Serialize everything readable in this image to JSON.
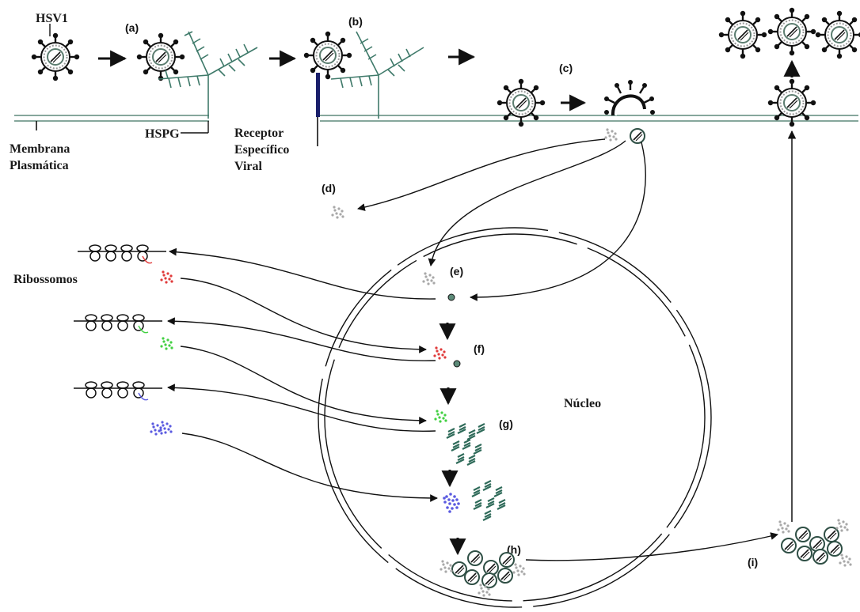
{
  "labels": {
    "hsv1": "HSV1",
    "hspg": "HSPG",
    "membrane_line1": "Membrana",
    "membrane_line2": "Plasmática",
    "receptor_line1": "Receptor",
    "receptor_line2": "Específico",
    "receptor_line3": "Viral",
    "ribosomes": "Ribossomos",
    "nucleus": "Núcleo"
  },
  "steps": {
    "a": "(a)",
    "b": "(b)",
    "c": "(c)",
    "d": "(d)",
    "e": "(e)",
    "f": "(f)",
    "g": "(g)",
    "h": "(h)",
    "i": "(i)"
  },
  "colors": {
    "membrane": "#5f8a7c",
    "proteoglycan": "#3f7a6a",
    "receptor": "#1a1f6b",
    "capsid": "#5c7d70",
    "tegument": "#a8a8a8",
    "protein_red": "#e03a3a",
    "protein_green": "#42d042",
    "protein_blue": "#5a5ae0",
    "dna_strand": "#2f6b5a",
    "line": "#111111"
  }
}
